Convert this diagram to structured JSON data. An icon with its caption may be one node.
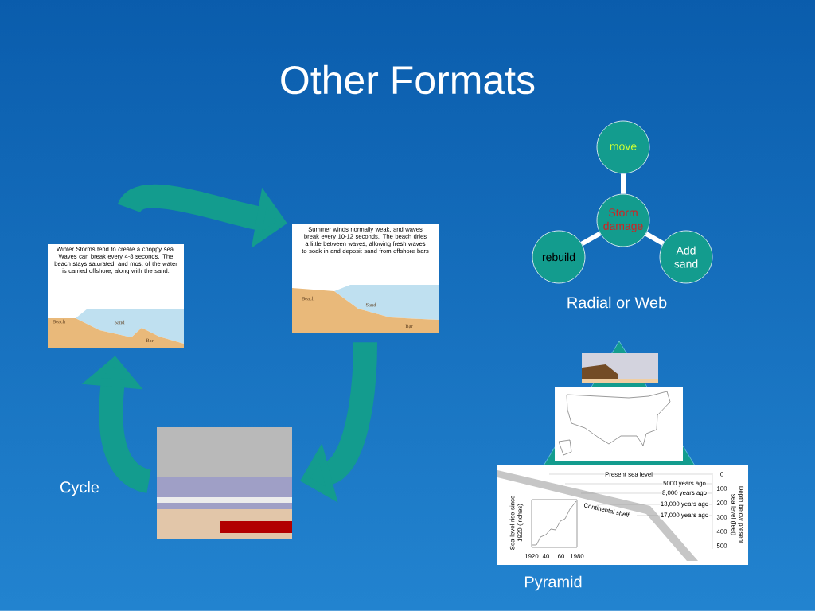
{
  "diagram": {
    "title": "Other Formats",
    "nodes": [
      {
        "text": [
          "Winter Storms tend to create a choppy sea. Waves can break every 4-8 seconds. The beach stays saturated, and most of the water is carried offshore, along with the sand.",
          "Beach",
          "Sand",
          "Bar"
        ]
      },
      {
        "text": [
          "Summer winds normally weak, and waves break every 10-12 seconds. The beach dries a little between waves, allowing fresh waves to soak in and deposit sand from offshore bars",
          "Beach",
          "Sand",
          "Bar"
        ]
      },
      {
        "text": [],
        "shape": "picture"
      },
      {
        "text": [
          "move"
        ]
      },
      {
        "text": [
          "Storm damage"
        ]
      },
      {
        "text": [
          "rebuild"
        ]
      },
      {
        "text": [
          "Add sand"
        ]
      },
      {
        "text": [],
        "shape": "triangle"
      },
      {
        "text": [],
        "shape": "picture",
        "in": 7
      },
      {
        "text": [],
        "shape": "picture",
        "in": 7
      },
      {
        "text": [
          "Present sea level",
          "5000 years ago",
          "8,000 years ago",
          "13,000 years ago",
          "17,000 years ago",
          "Continental shelf",
          "Depth below present sea level (feet)",
          "0",
          "100",
          "200",
          "300",
          "400",
          "500",
          "Sea-level rise since 1920 (inches)",
          "1920",
          "40",
          "60",
          "1980"
        ]
      }
    ],
    "edges": [
      {
        "from": 0,
        "to": 1,
        "arrow": "to",
        "style": "thick",
        "color": "#139c8e"
      },
      {
        "from": 1,
        "to": 2,
        "arrow": "to",
        "style": "thick",
        "color": "#139c8e"
      },
      {
        "from": 2,
        "to": 0,
        "arrow": "to",
        "style": "thick",
        "color": "#139c8e"
      },
      {
        "from": 4,
        "to": 3,
        "arrow": "none",
        "color": "#ffffff"
      },
      {
        "from": 4,
        "to": 5,
        "arrow": "none",
        "color": "#ffffff"
      },
      {
        "from": 4,
        "to": 6,
        "arrow": "none",
        "color": "#ffffff"
      }
    ],
    "labels": [
      "Cycle",
      "Radial or Web",
      "Pyramid"
    ]
  }
}
